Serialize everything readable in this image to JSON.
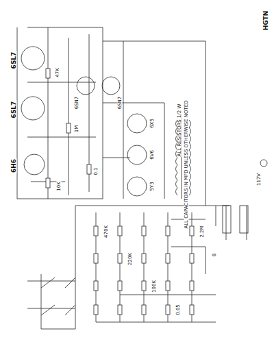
{
  "diagram": {
    "labels": [
      "6H6",
      "6SL7",
      "6SL7",
      "6SN7",
      "6SN7",
      "6X5",
      "6V6",
      "5Y3",
      "HGTN",
      "ALL RESISTORS 1/2 W",
      "ALL CAPACITORS IN MFD UNLESS OTHERWISE NOTED",
      "47K",
      "1M",
      "0.1",
      "10K",
      "470K",
      "220K",
      "100K",
      "0.05",
      "2.2M",
      "8",
      "117V"
    ]
  }
}
